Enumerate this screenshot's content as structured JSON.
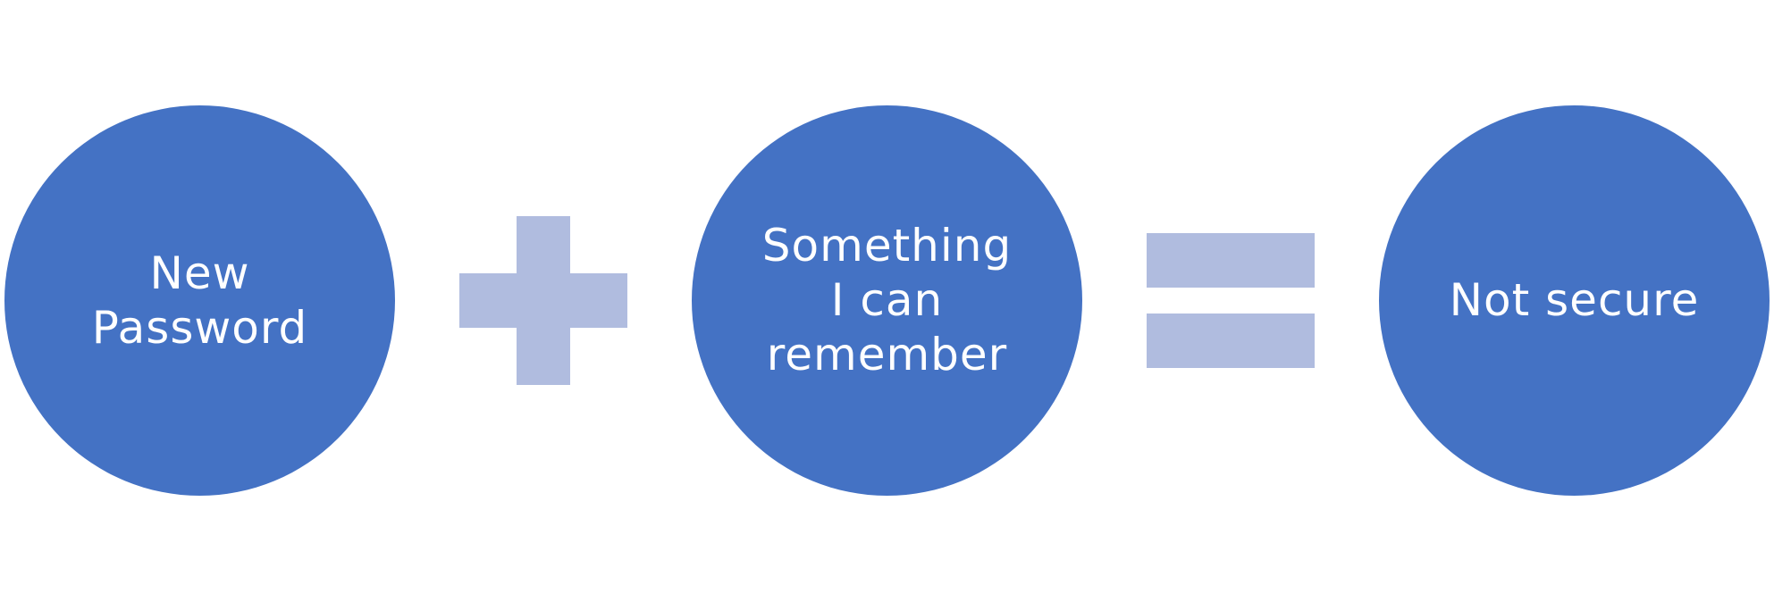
{
  "colors": {
    "circle_fill": "#4472c4",
    "operator_fill": "#b0bcdf",
    "text": "#ffffff",
    "background": "#ffffff"
  },
  "diagram": {
    "terms": [
      {
        "label": "New\nPassword"
      },
      {
        "label": "Something\nI can\nremember"
      },
      {
        "label": "Not secure"
      }
    ],
    "operators": [
      "plus-icon",
      "equals-icon"
    ]
  }
}
